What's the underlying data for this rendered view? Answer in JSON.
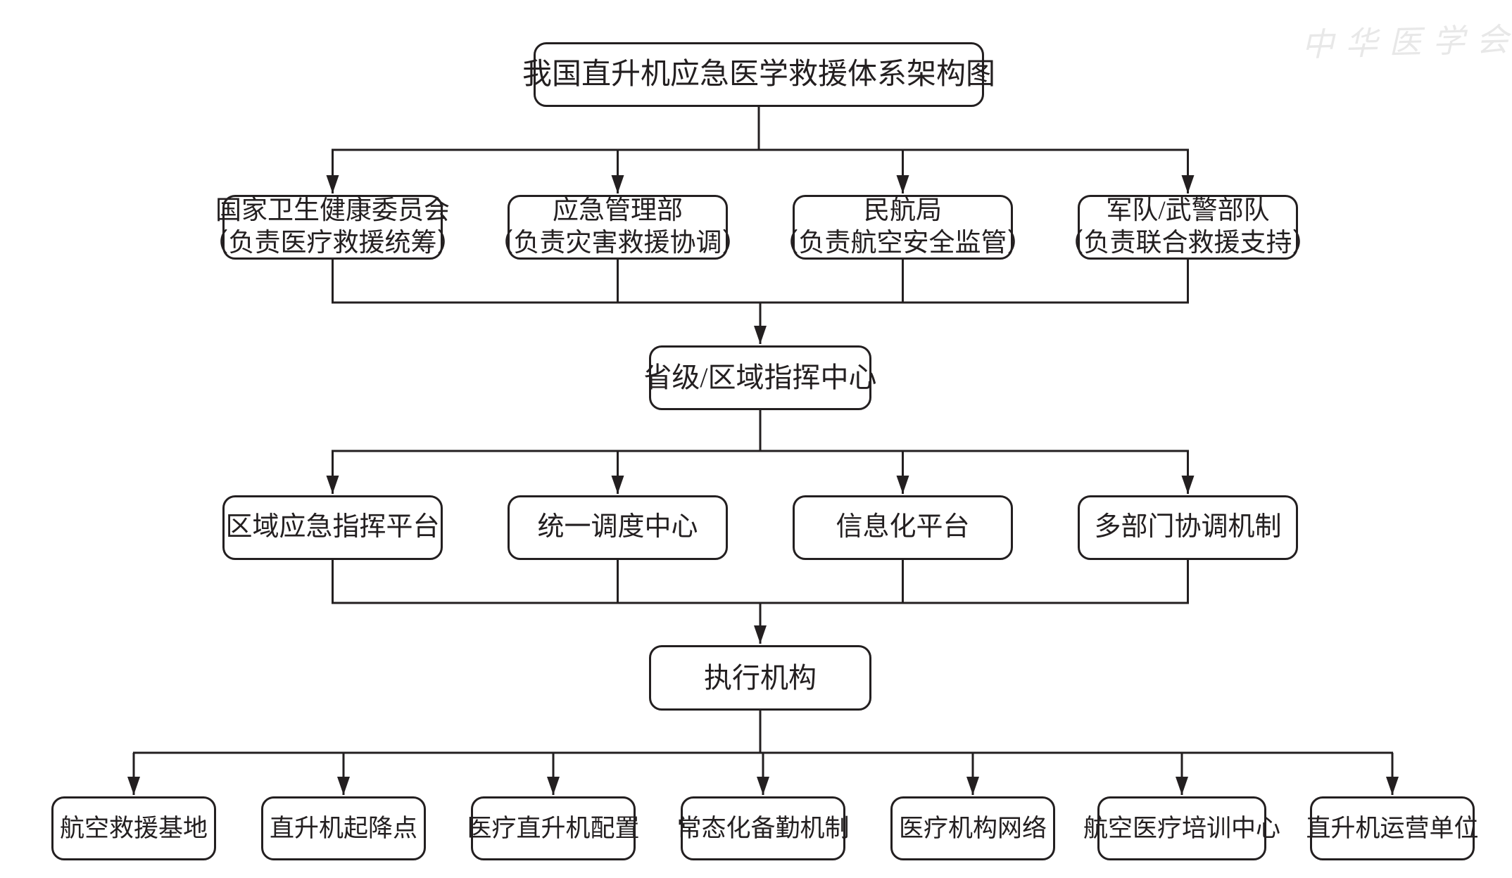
{
  "diagram": {
    "title": "我国直升机应急医学救援体系架构图",
    "ministries": [
      {
        "name": "国家卫生健康委员会",
        "role": "（负责医疗救援统筹）"
      },
      {
        "name": "应急管理部",
        "role": "（负责灾害救援协调）"
      },
      {
        "name": "民航局",
        "role": "（负责航空安全监管）"
      },
      {
        "name": "军队/武警部队",
        "role": "（负责联合救援支持）"
      }
    ],
    "command_center": "省级/区域指挥中心",
    "platforms": [
      "区域应急指挥平台",
      "统一调度中心",
      "信息化平台",
      "多部门协调机制"
    ],
    "executive": "执行机构",
    "units": [
      "航空救援基地",
      "直升机起降点",
      "医疗直升机配置",
      "常态化备勤机制",
      "医疗机构网络",
      "航空医疗培训中心",
      "直升机运营单位"
    ]
  },
  "watermark": {
    "text": "中华医学会"
  },
  "colors": {
    "line": "#231f20",
    "text": "#231f20",
    "background": "#ffffff",
    "watermark": "#d7d7d7"
  }
}
